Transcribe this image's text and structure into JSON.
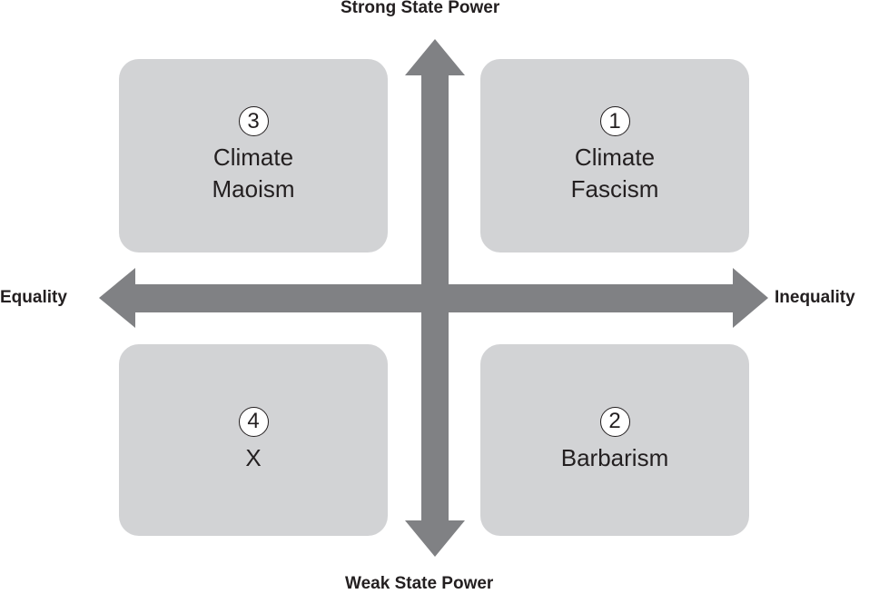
{
  "axes": {
    "top": "Strong State Power",
    "bottom": "Weak State Power",
    "left": "Equality",
    "right": "Inequality"
  },
  "quadrants": [
    {
      "position": "top-left",
      "number": "3",
      "line1": "Climate",
      "line2": "Maoism"
    },
    {
      "position": "top-right",
      "number": "1",
      "line1": "Climate",
      "line2": "Fascism"
    },
    {
      "position": "bottom-left",
      "number": "4",
      "line1": "X",
      "line2": ""
    },
    {
      "position": "bottom-right",
      "number": "2",
      "line1": "Barbarism",
      "line2": ""
    }
  ],
  "colors": {
    "box": "#d2d3d5",
    "arrow": "#808184",
    "text": "#231f20"
  }
}
